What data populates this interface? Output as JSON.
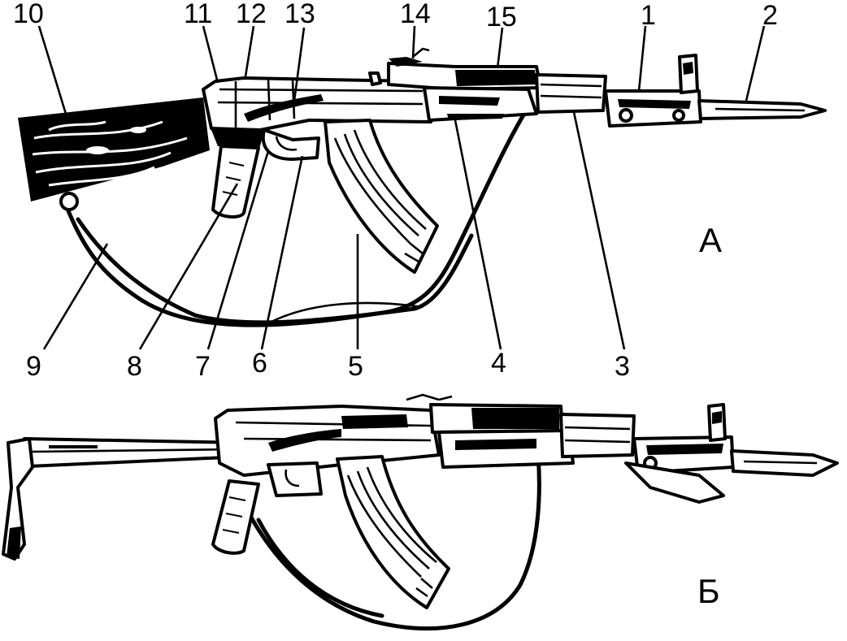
{
  "figure": {
    "callouts": [
      "1",
      "2",
      "3",
      "4",
      "5",
      "6",
      "7",
      "8",
      "9",
      "10",
      "11",
      "12",
      "13",
      "14",
      "15"
    ],
    "panel_a": "А",
    "panel_b": "Б"
  }
}
